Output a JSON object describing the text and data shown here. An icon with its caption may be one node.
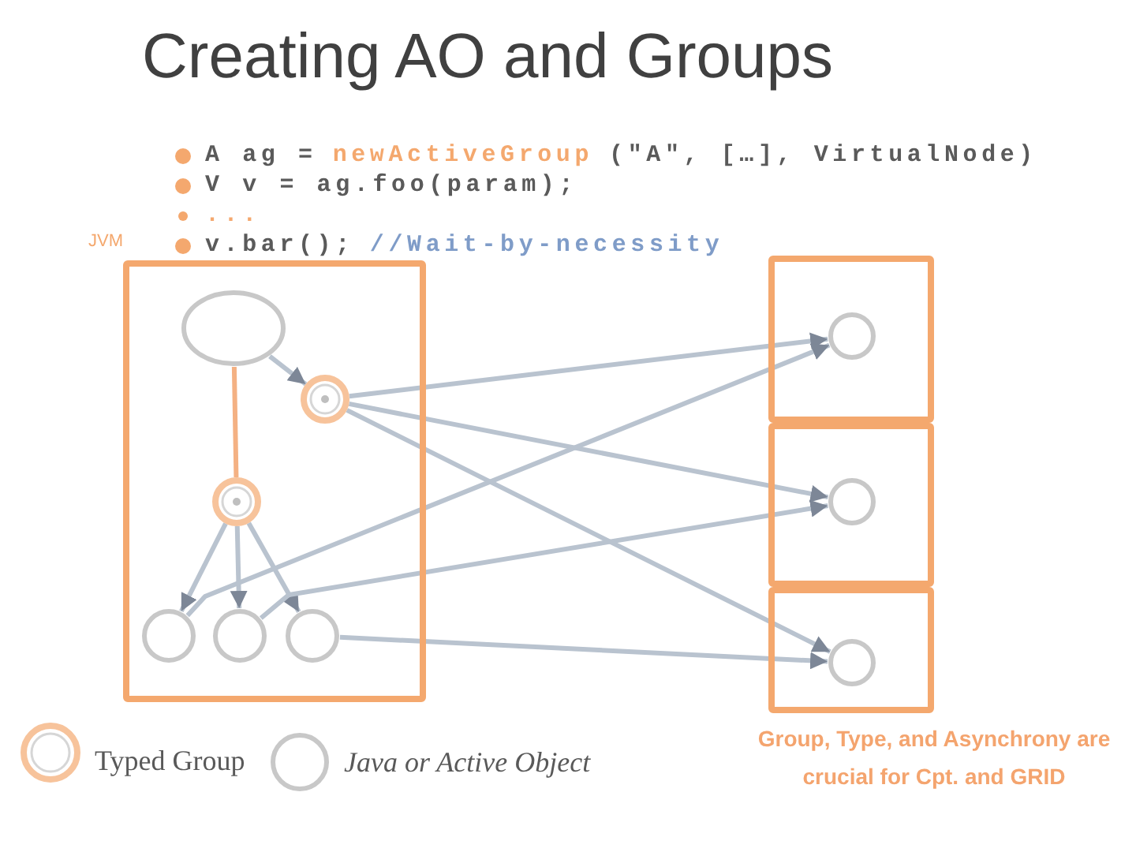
{
  "diagram": {
    "title": "Creating AO and Groups",
    "nodes": [
      {
        "text": [
          "JVM"
        ]
      },
      {
        "text": [],
        "shape": "ellipse",
        "in": 0
      },
      {
        "text": [],
        "shape": "circle",
        "in": 0
      },
      {
        "text": [],
        "shape": "circle",
        "in": 0
      },
      {
        "text": [],
        "shape": "circle",
        "in": 0
      },
      {
        "text": [],
        "shape": "circle",
        "in": 0
      },
      {
        "text": [],
        "shape": "circle",
        "in": 0
      },
      {
        "text": [],
        "shape": "box"
      },
      {
        "text": [],
        "shape": "circle",
        "in": 7
      },
      {
        "text": [],
        "shape": "box"
      },
      {
        "text": [],
        "shape": "circle",
        "in": 9
      },
      {
        "text": [],
        "shape": "box"
      },
      {
        "text": [],
        "shape": "circle",
        "in": 11
      }
    ],
    "edges": [
      {
        "from": 1,
        "to": 2,
        "arrow": "to"
      },
      {
        "from": 1,
        "to": 3,
        "arrow": "none",
        "color": "#f4b183"
      },
      {
        "from": 3,
        "to": 4,
        "arrow": "to"
      },
      {
        "from": 3,
        "to": 5,
        "arrow": "to"
      },
      {
        "from": 3,
        "to": 6,
        "arrow": "to"
      },
      {
        "from": 2,
        "to": 8,
        "arrow": "to"
      },
      {
        "from": 2,
        "to": 10,
        "arrow": "to"
      },
      {
        "from": 2,
        "to": 12,
        "arrow": "to"
      },
      {
        "from": 4,
        "to": 8,
        "arrow": "to"
      },
      {
        "from": 5,
        "to": 10,
        "arrow": "to"
      },
      {
        "from": 6,
        "to": 12,
        "arrow": "to"
      }
    ],
    "labels": [
      "A ag =",
      "newActiveGroup",
      "(\"A\", […], VirtualNode)",
      "V v = ag.foo(param);",
      "...",
      "v.bar();",
      "//Wait-by-necessity",
      "Group, Type, and Asynchrony are crucial for Cpt. and GRID"
    ],
    "legend": [
      {
        "text": "Typed Group"
      },
      {
        "text": "Java or Active Object"
      }
    ]
  }
}
